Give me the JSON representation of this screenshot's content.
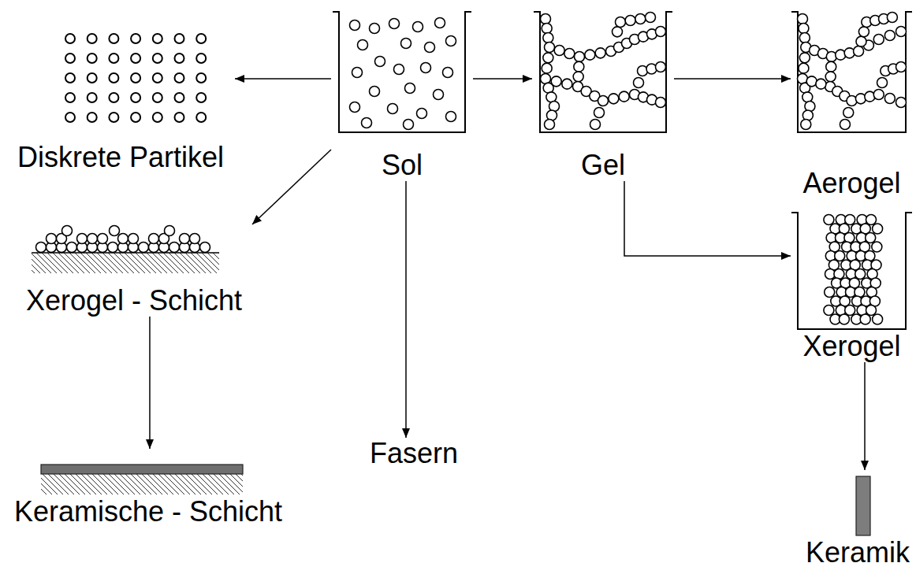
{
  "diagram": {
    "nodes": [
      {
        "text": [
          "Diskrete Partikel"
        ]
      },
      {
        "text": [
          "Sol"
        ]
      },
      {
        "text": [
          "Gel"
        ]
      },
      {
        "text": [
          "Aerogel"
        ]
      },
      {
        "text": [
          "Xerogel - Schicht"
        ]
      },
      {
        "text": [
          "Xerogel"
        ]
      },
      {
        "text": [
          "Keramische - Schicht"
        ]
      },
      {
        "text": [
          "Fasern"
        ]
      },
      {
        "text": [
          "Keramik"
        ]
      }
    ],
    "edges": [
      {
        "from": 1,
        "to": 0,
        "arrow": "to"
      },
      {
        "from": 1,
        "to": 2,
        "arrow": "to"
      },
      {
        "from": 2,
        "to": 3,
        "arrow": "to"
      },
      {
        "from": 1,
        "to": 4,
        "arrow": "to"
      },
      {
        "from": 1,
        "to": 7,
        "arrow": "to"
      },
      {
        "from": 2,
        "to": 5,
        "arrow": "to"
      },
      {
        "from": 4,
        "to": 6,
        "arrow": "to"
      },
      {
        "from": 5,
        "to": 8,
        "arrow": "to"
      }
    ]
  }
}
